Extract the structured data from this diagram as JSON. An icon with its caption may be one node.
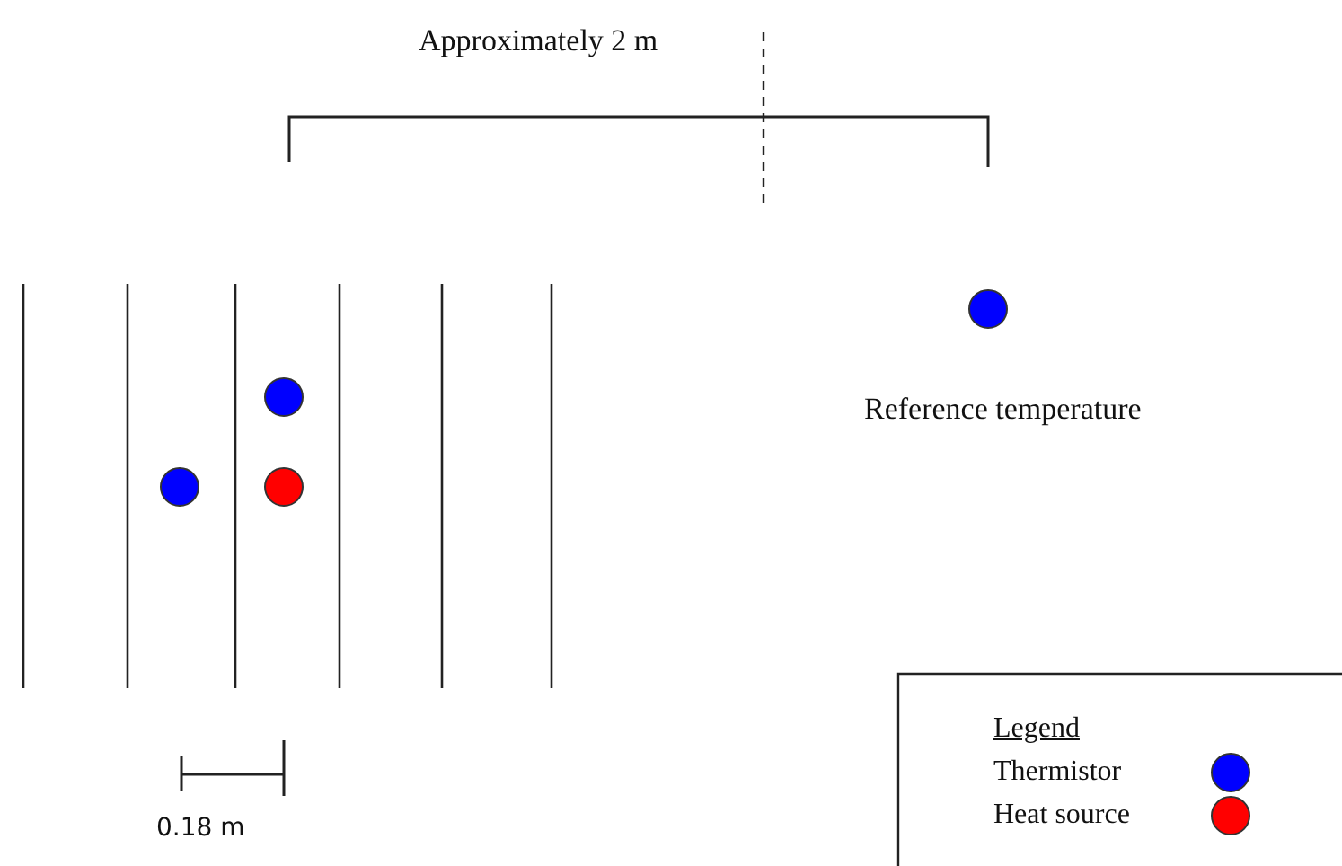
{
  "diagram": {
    "labels": [
      "Approximately 2 m",
      "Reference temperature",
      "0.18 m",
      "Legend"
    ],
    "legend": [
      {
        "text": "Thermistor",
        "color": "#0000ff"
      },
      {
        "text": "Heat source",
        "color": "#ff0000"
      }
    ]
  }
}
